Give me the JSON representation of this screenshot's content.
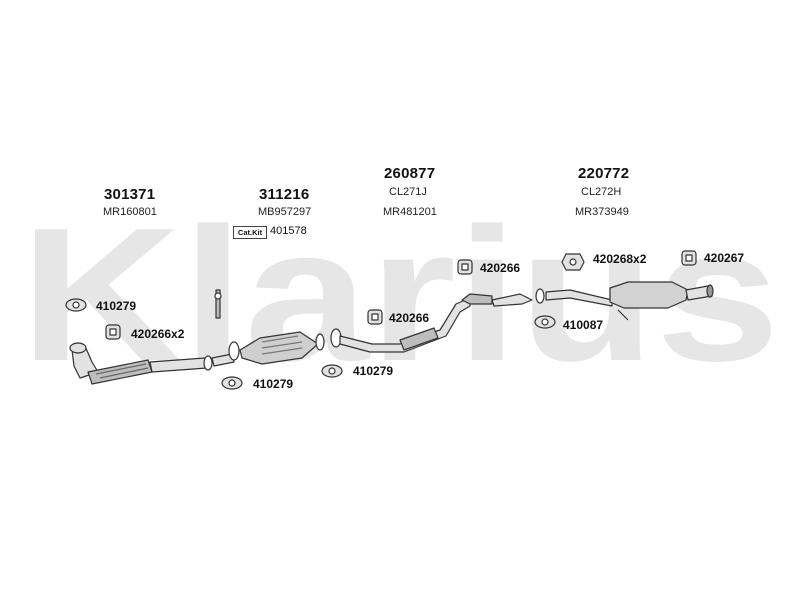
{
  "watermark": {
    "text": "Klarius",
    "color": "#e6e6e6"
  },
  "groups": [
    {
      "number": "301371",
      "ref": "MR160801"
    },
    {
      "number": "311216",
      "ref": "MB957297"
    },
    {
      "number": "260877",
      "ref": "CL271J",
      "ref2": "MR481201"
    },
    {
      "number": "220772",
      "ref": "CL272H",
      "ref2": "MR373949"
    }
  ],
  "cat_kit": {
    "badge": "Cat.Kit",
    "number": "401578"
  },
  "parts": [
    {
      "label": "410279"
    },
    {
      "label": "420266x2"
    },
    {
      "label": "410279"
    },
    {
      "label": "410279"
    },
    {
      "label": "420266"
    },
    {
      "label": "420266"
    },
    {
      "label": "420268x2"
    },
    {
      "label": "420267"
    },
    {
      "label": "410087"
    }
  ],
  "colors": {
    "line": "#333333",
    "fill": "#d9d9d9",
    "dark": "#555555"
  }
}
